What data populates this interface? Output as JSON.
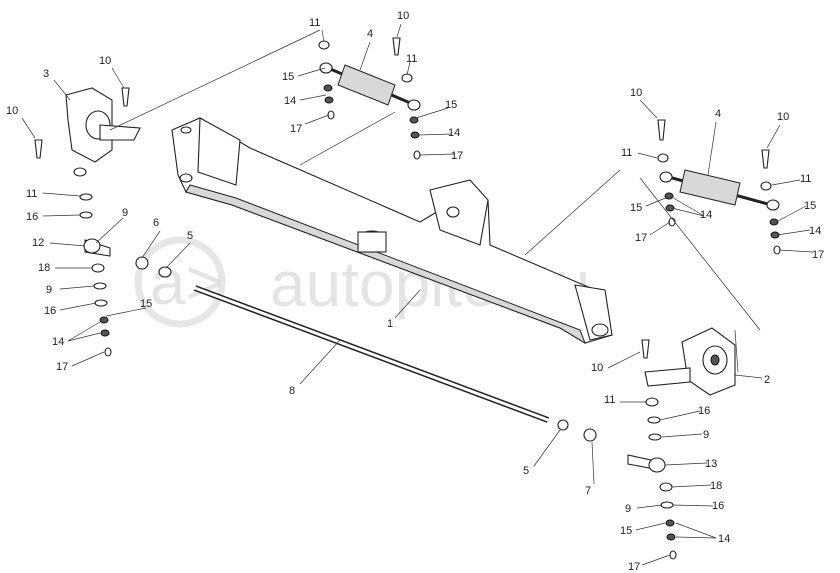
{
  "watermark": {
    "text": "autopiter.ru",
    "logo_glyph": "a>"
  },
  "labels": [
    "11",
    "10",
    "4",
    "11",
    "15",
    "14",
    "17",
    "15",
    "14",
    "17",
    "3",
    "10",
    "10",
    "11",
    "16",
    "9",
    "12",
    "18",
    "9",
    "16",
    "14",
    "17",
    "6",
    "5",
    "15",
    "10",
    "4",
    "10",
    "11",
    "15",
    "14",
    "17",
    "11",
    "15",
    "14",
    "17",
    "1",
    "8",
    "10",
    "2",
    "11",
    "16",
    "9",
    "13",
    "5",
    "7",
    "18",
    "9",
    "16",
    "15",
    "14",
    "17"
  ]
}
